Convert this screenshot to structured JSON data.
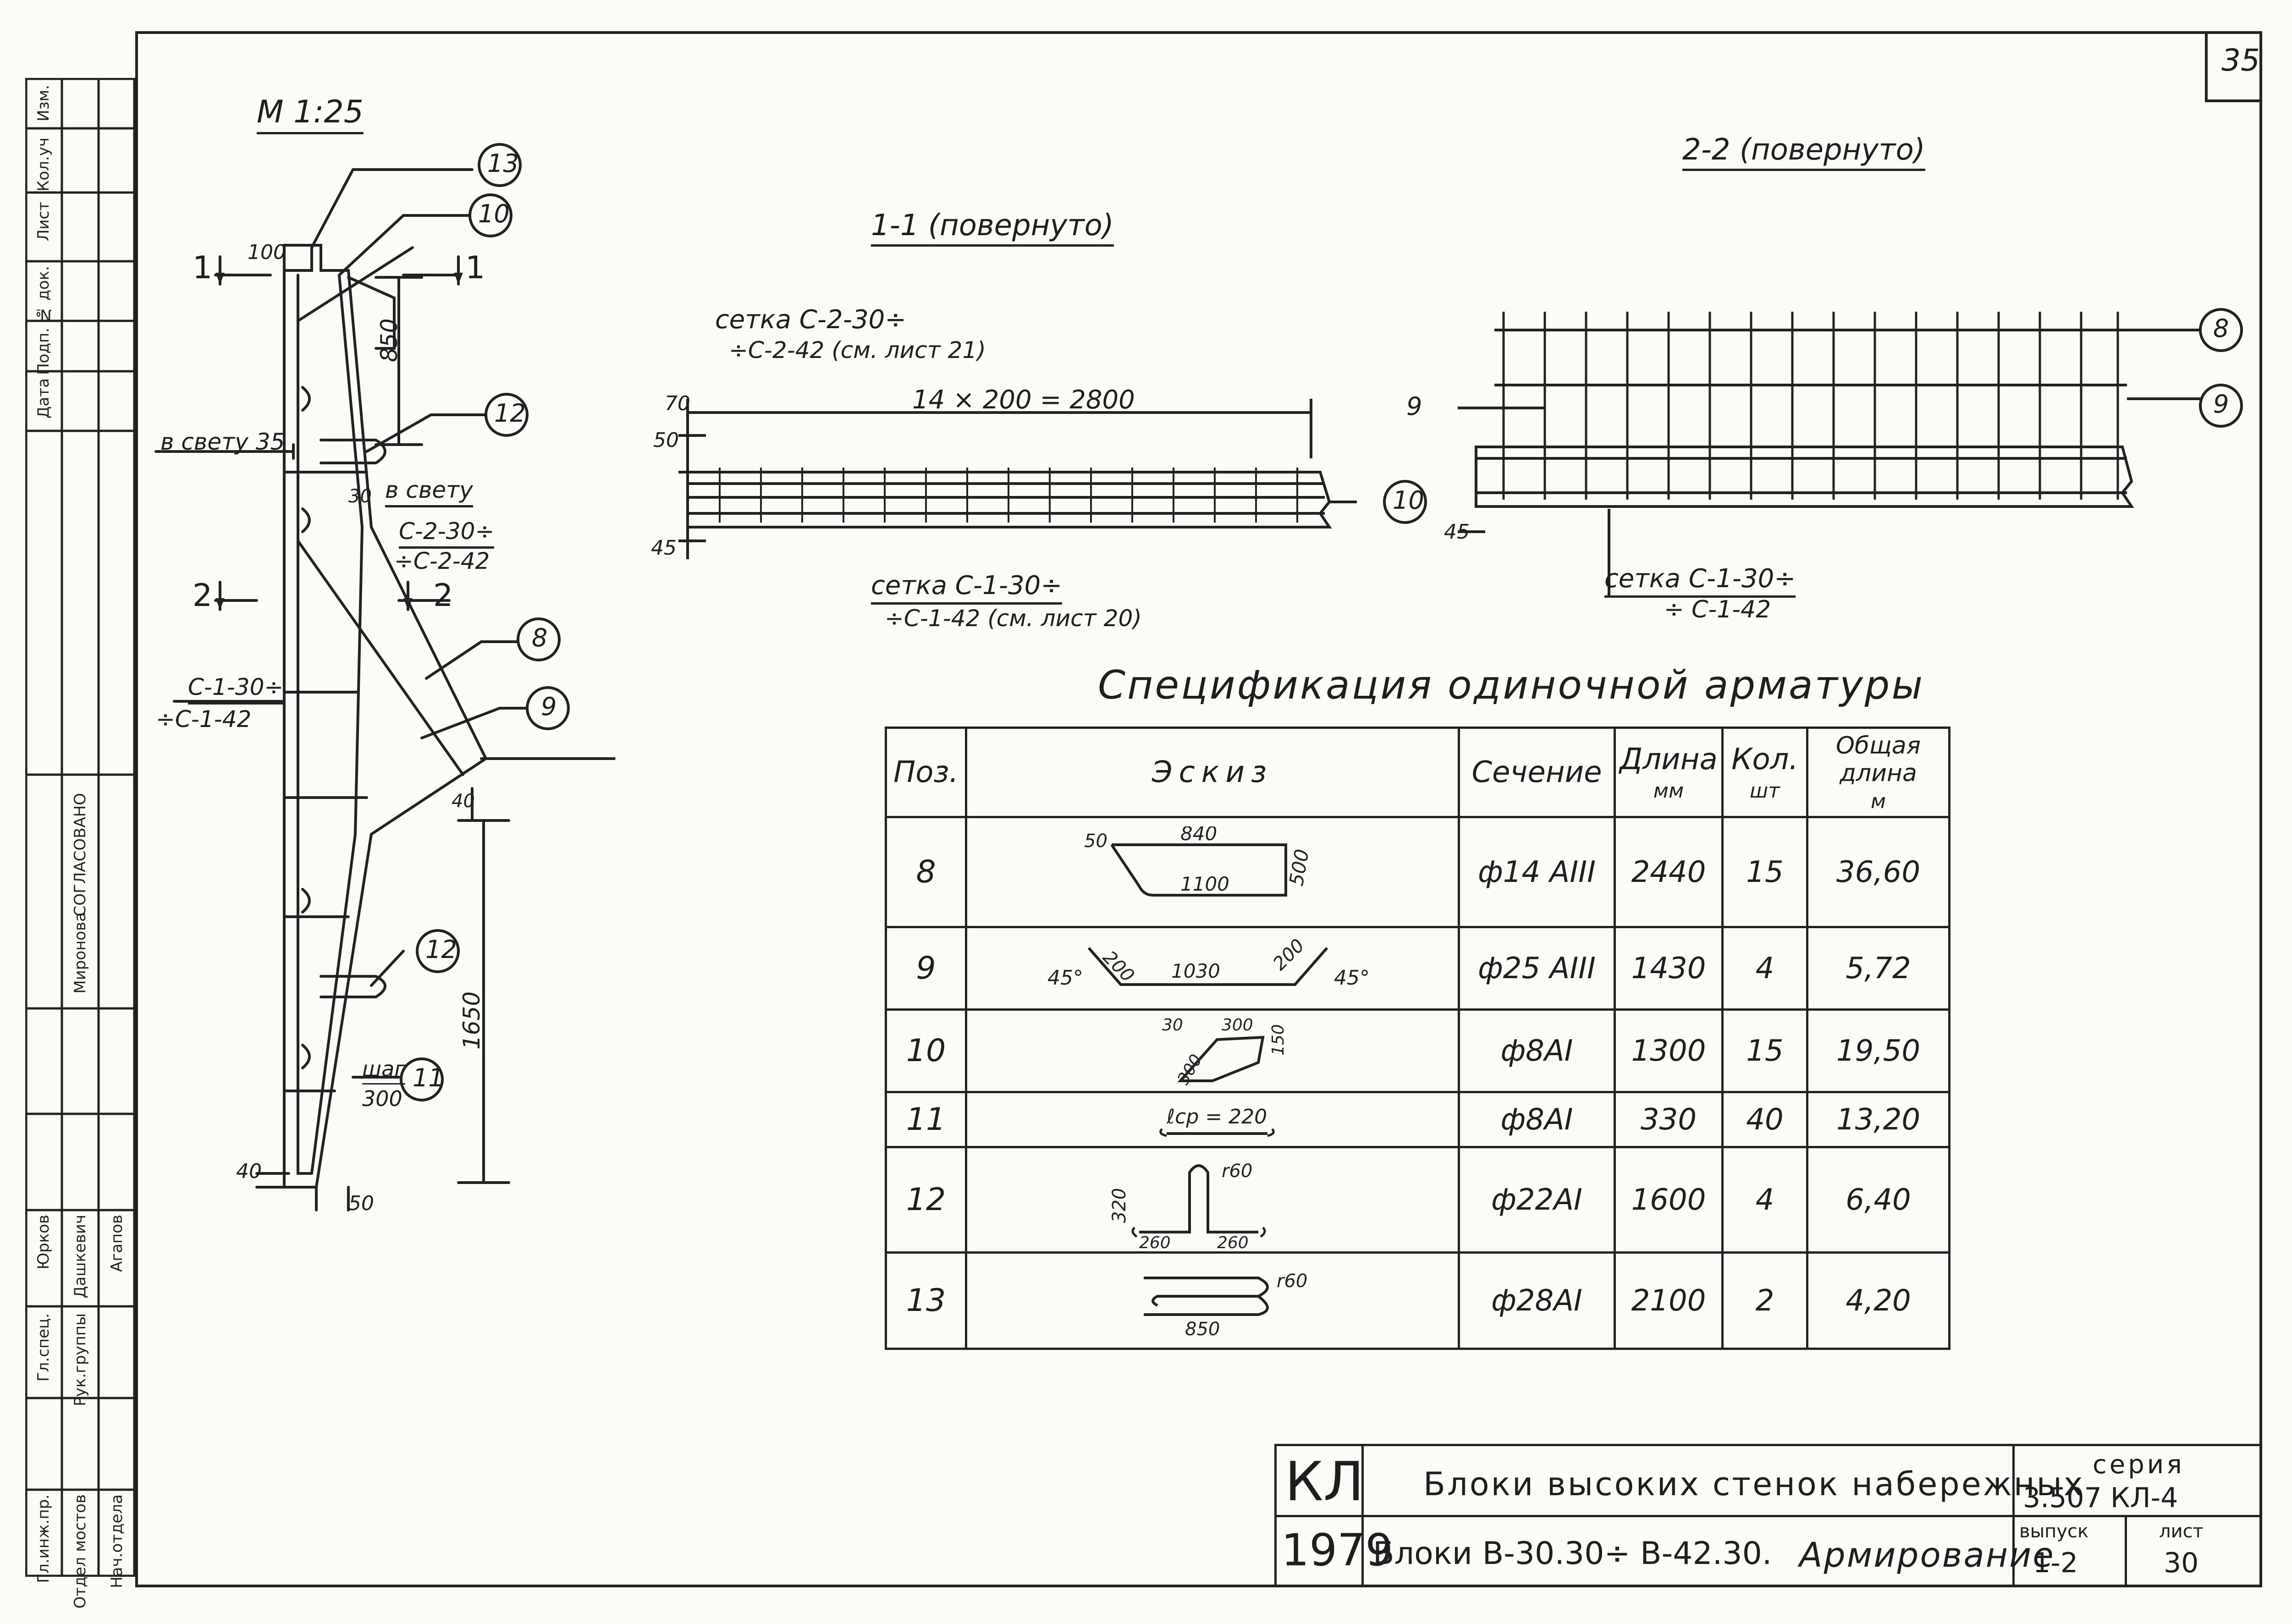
{
  "page_number": "35",
  "scale_label": "М 1:25",
  "section_1_title": "1-1 (повернуто)",
  "section_2_title": "2-2 (повернуто)",
  "main_view": {
    "dims": {
      "top_100": "100",
      "d850": "850",
      "d1650": "1650",
      "d40_bottom": "40",
      "d50_bottom": "50",
      "d40_right": "40",
      "d30": "30"
    },
    "labels": {
      "v_svetu_35": "в свету 35",
      "v_svetu": "в свету",
      "mesh_c2": "С-2-30÷",
      "mesh_c2b": "÷С-2-42",
      "mesh_c1": "С-1-30÷",
      "mesh_c1b": "÷С-1-42",
      "shag": "шаг",
      "shag_val": "300",
      "sec_1": "1",
      "sec_2": "2"
    },
    "callouts": [
      "13",
      "10",
      "12",
      "8",
      "9",
      "12",
      "11"
    ]
  },
  "section_1": {
    "mesh_top_1": "сетка С-2-30÷",
    "mesh_top_2": "÷С-2-42 (см. лист 21)",
    "span_dim": "14 × 200 = 2800",
    "dim_70": "70",
    "dim_50": "50",
    "dim_45": "45",
    "mesh_bottom_1": "сетка С-1-30÷",
    "mesh_bottom_2": "÷С-1-42 (см. лист 20)",
    "callout": "10"
  },
  "section_2": {
    "callouts": [
      "8",
      "9",
      "9"
    ],
    "dim_45": "45",
    "mesh_1": "сетка С-1-30÷",
    "mesh_2": "÷ С-1-42"
  },
  "spec": {
    "title": "Спецификация одиночной арматуры",
    "headers": {
      "pos": "Поз.",
      "sketch": "Эскиз",
      "section": "Сечение",
      "length": "Длина",
      "length_unit": "мм",
      "qty": "Кол.",
      "qty_unit": "шт",
      "total": "Общая длина",
      "total_unit": "м"
    },
    "rows": [
      {
        "pos": "8",
        "section": "ф14 АIII",
        "length": "2440",
        "qty": "15",
        "total": "36,60",
        "sketch": {
          "a": "50",
          "b": "840",
          "c": "1100",
          "d": "500"
        }
      },
      {
        "pos": "9",
        "section": "ф25 АIII",
        "length": "1430",
        "qty": "4",
        "total": "5,72",
        "sketch": {
          "a": "45°",
          "b": "200",
          "c": "1030",
          "d": "200",
          "e": "45°"
        }
      },
      {
        "pos": "10",
        "section": "ф8АI",
        "length": "1300",
        "qty": "15",
        "total": "19,50",
        "sketch": {
          "a": "30",
          "b": "300",
          "c": "300",
          "d": "150"
        }
      },
      {
        "pos": "11",
        "section": "ф8АI",
        "length": "330",
        "qty": "40",
        "total": "13,20",
        "sketch": {
          "a": "ℓср = 220"
        }
      },
      {
        "pos": "12",
        "section": "ф22АI",
        "length": "1600",
        "qty": "4",
        "total": "6,40",
        "sketch": {
          "a": "320",
          "b": "r60",
          "c": "260",
          "d": "260"
        }
      },
      {
        "pos": "13",
        "section": "ф28АI",
        "length": "2100",
        "qty": "2",
        "total": "4,20",
        "sketch": {
          "a": "r60",
          "b": "850"
        }
      }
    ]
  },
  "title_block": {
    "code": "КЛ",
    "year": "1979",
    "title_1": "Блоки высоких стенок набережных",
    "title_2": "Блоки В-30.30÷ В-42.30.",
    "title_3": "Армирование",
    "series_label": "серия",
    "series_value": "3.507 КЛ-4",
    "issue_label": "выпуск",
    "issue_value": "1-2",
    "sheet_label": "лист",
    "sheet_value": "30"
  },
  "stamp": {
    "top_headers": [
      "Изм.",
      "Кол.уч",
      "Лист",
      "№ док.",
      "Подп.",
      "Дата"
    ],
    "sogl": "СОГЛАСОВАНО",
    "people": [
      "Гл.инж.пр.",
      "Отдел мостов",
      "Нач.отдела",
      "Гл.спец.",
      "Рук.группы"
    ],
    "names": [
      "Юрков",
      "Дашкевич",
      "Агапов",
      "Миронова"
    ]
  }
}
